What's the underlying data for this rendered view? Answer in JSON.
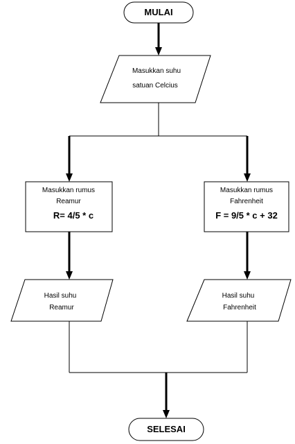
{
  "start": {
    "label": "MULAI"
  },
  "input_celsius": {
    "line1": "Masukkan suhu",
    "line2": "satuan Celcius"
  },
  "reamur_process": {
    "line1": "Masukkan rumus",
    "line2": "Reamur",
    "formula": "R= 4/5 * c"
  },
  "fahrenheit_process": {
    "line1": "Masukkan rumus",
    "line2": "Fahrenheit",
    "formula": "F = 9/5 * c + 32"
  },
  "reamur_output": {
    "line1": "Hasil suhu",
    "line2": "Reamur"
  },
  "fahrenheit_output": {
    "line1": "Hasil suhu",
    "line2": "Fahrenheit"
  },
  "end": {
    "label": "SELESAI"
  }
}
